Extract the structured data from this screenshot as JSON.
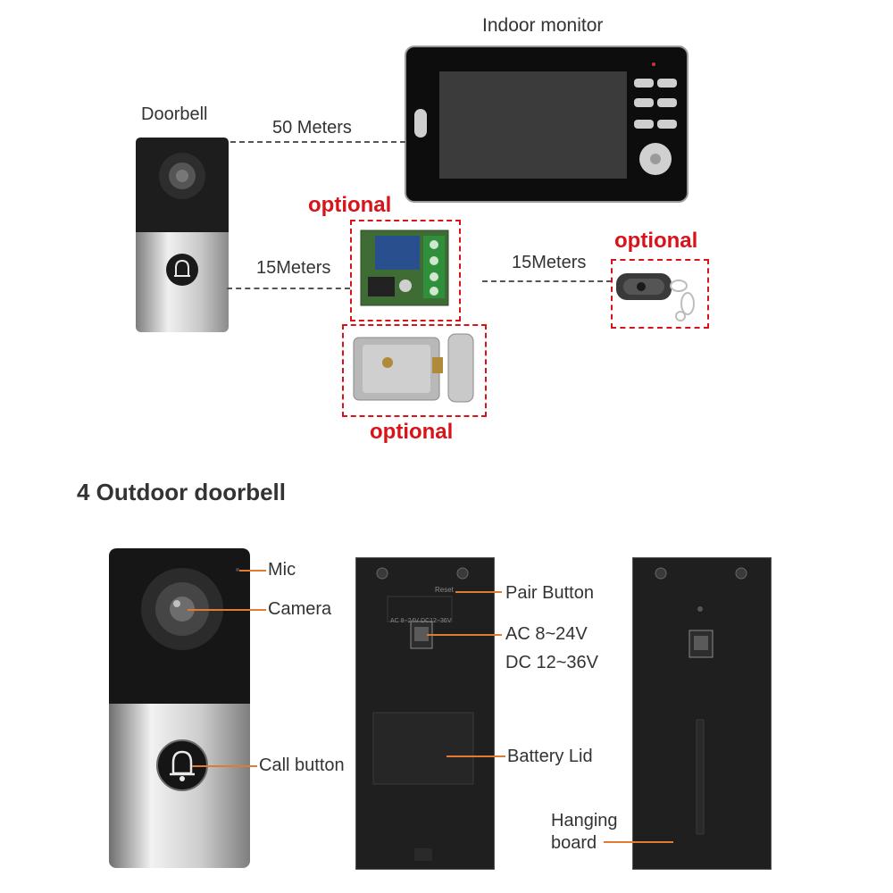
{
  "top": {
    "monitor_label": "Indoor monitor",
    "doorbell_label": "Doorbell",
    "dist_monitor": "50 Meters",
    "dist_relay": "15Meters",
    "dist_remote": "15Meters",
    "optional_1": "optional",
    "optional_2": "optional",
    "optional_3": "optional"
  },
  "section_title": "4  Outdoor doorbell",
  "front": {
    "mic": "Mic",
    "camera": "Camera",
    "call_button": "Call button"
  },
  "back": {
    "pair_button": "Pair Button",
    "power_1": "AC 8~24V",
    "power_2": "DC 12~36V",
    "battery_lid": "Battery Lid",
    "reset_print": "Reset",
    "power_print": "AC 8~24V  DC12~36V"
  },
  "bracket": {
    "hanging_1": "Hanging",
    "hanging_2": "board"
  },
  "colors": {
    "accent_red": "#d8141a",
    "callout_orange": "#e07a35"
  }
}
